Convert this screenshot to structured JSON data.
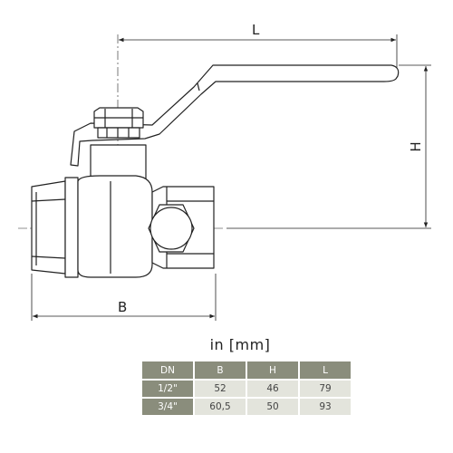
{
  "drawing": {
    "dim_labels": {
      "L": "L",
      "H": "H",
      "B": "B"
    }
  },
  "units": "in [mm]",
  "table": {
    "headers": [
      "DN",
      "B",
      "H",
      "L"
    ],
    "rows": [
      [
        "1/2\"",
        "52",
        "46",
        "79"
      ],
      [
        "3/4\"",
        "60,5",
        "50",
        "93"
      ]
    ]
  },
  "colors": {
    "header_bg": "#8a8d7c",
    "cell_bg": "#e3e4dc",
    "line": "#222222"
  }
}
